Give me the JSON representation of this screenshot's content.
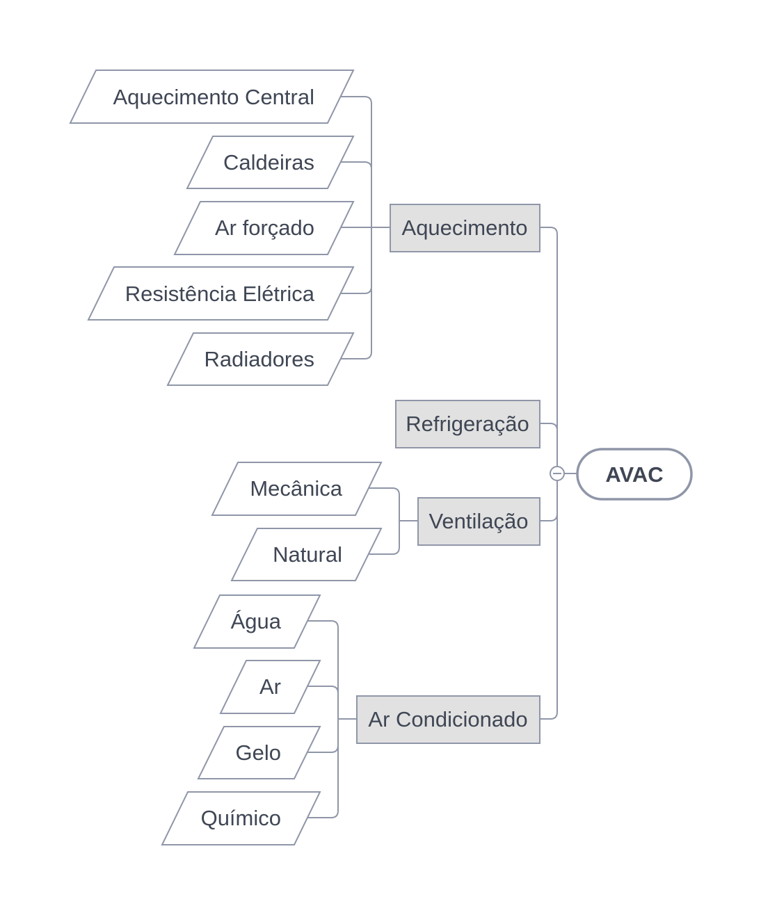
{
  "root": {
    "label": "AVAC"
  },
  "branches": [
    {
      "label": "Aquecimento",
      "children": [
        "Aquecimento Central",
        "Caldeiras",
        "Ar forçado",
        "Resistência Elétrica",
        "Radiadores"
      ]
    },
    {
      "label": "Refrigeração",
      "children": []
    },
    {
      "label": "Ventilação",
      "children": [
        "Mecânica",
        "Natural"
      ]
    },
    {
      "label": "Ar Condicionado",
      "children": [
        "Água",
        "Ar",
        "Gelo",
        "Químico"
      ]
    }
  ],
  "colors": {
    "stroke": "#8f96a8",
    "branch_fill": "#e1e1e1",
    "text": "#3f4654"
  }
}
